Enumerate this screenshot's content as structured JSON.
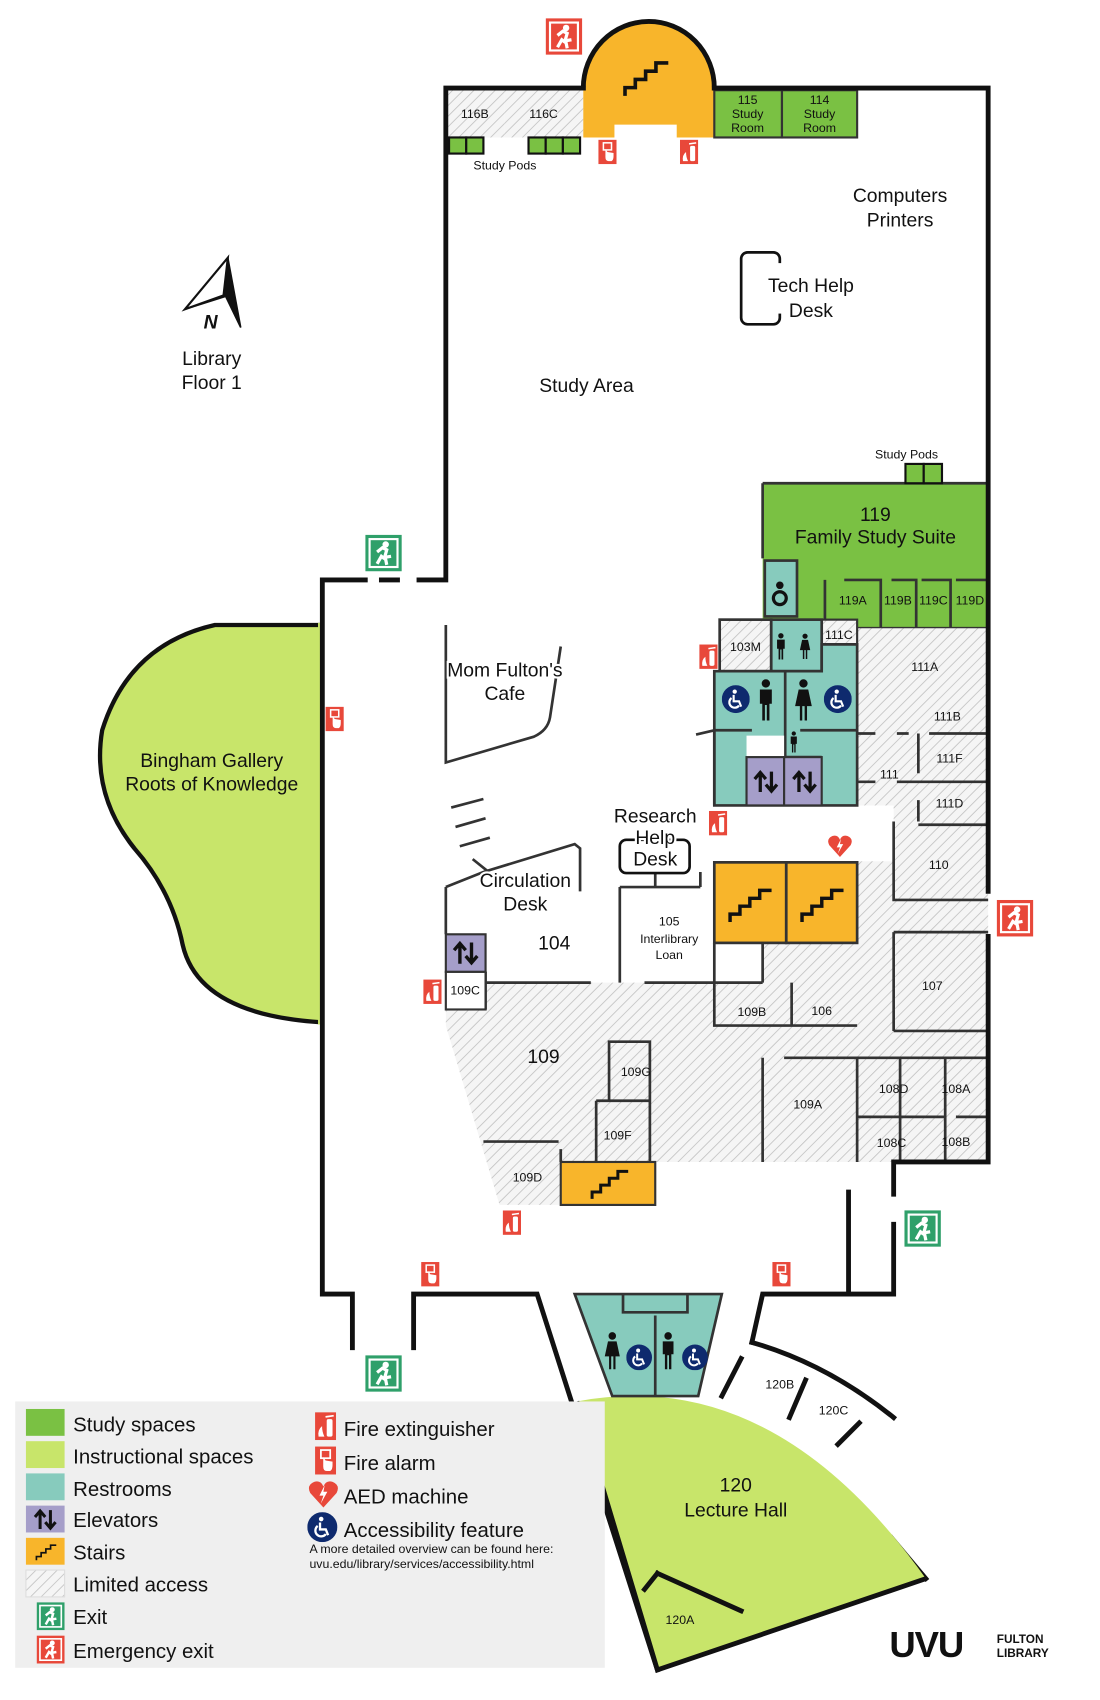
{
  "header": {
    "title_line1": "Library",
    "title_line2": "Floor 1",
    "north": "N"
  },
  "areas": {
    "study_area": "Study Area",
    "computers": "Computers",
    "printers": "Printers",
    "tech_help_1": "Tech Help",
    "tech_help_2": "Desk",
    "gallery_1": "Bingham Gallery",
    "gallery_2": "Roots of Knowledge",
    "cafe_1": "Mom Fulton's",
    "cafe_2": "Cafe",
    "research_1": "Research",
    "research_2": "Help",
    "research_3": "Desk",
    "circ_1": "Circulation",
    "circ_2": "Desk",
    "lecture_1": "120",
    "lecture_2": "Lecture Hall",
    "suite_1": "119",
    "suite_2": "Family Study Suite",
    "study_pods": "Study Pods",
    "r105_1": "105",
    "r105_2": "Interlibrary",
    "r105_3": "Loan",
    "r115": "115",
    "r114": "114",
    "study": "Study",
    "room": "Room"
  },
  "rooms": {
    "r116b": "116B",
    "r116c": "116C",
    "r119a": "119A",
    "r119b": "119B",
    "r119c": "119C",
    "r119d": "119D",
    "r103m": "103M",
    "r111c": "111C",
    "r111a": "111A",
    "r111b": "111B",
    "r111f": "111F",
    "r111": "111",
    "r111d": "111D",
    "r110": "110",
    "r107": "107",
    "r104": "104",
    "r109c": "109C",
    "r109b": "109B",
    "r106": "106",
    "r109": "109",
    "r109g": "109G",
    "r109f": "109F",
    "r109a": "109A",
    "r108d": "108D",
    "r108a": "108A",
    "r108c": "108C",
    "r108b": "108B",
    "r109d": "109D",
    "r120b": "120B",
    "r120c": "120C",
    "r120a": "120A"
  },
  "legend": {
    "items": [
      {
        "label": "Study spaces",
        "color": "#7ac143"
      },
      {
        "label": "Instructional spaces",
        "color": "#c8e56a"
      },
      {
        "label": "Restrooms",
        "color": "#87cbbd"
      },
      {
        "label": "Elevators",
        "color": "#a59ec9"
      },
      {
        "label": "Stairs",
        "color": "#f8b52b"
      },
      {
        "label": "Limited access",
        "color": "#f4f4f4"
      },
      {
        "label": "Exit",
        "color": "#2fa06a"
      },
      {
        "label": "Emergency exit",
        "color": "#e8483a"
      }
    ],
    "symbols": [
      {
        "label": "Fire extinguisher"
      },
      {
        "label": "Fire alarm"
      },
      {
        "label": "AED machine"
      },
      {
        "label": "Accessibility feature"
      }
    ],
    "note_1": "A more detailed overview can be found here:",
    "note_2": "uvu.edu/library/services/accessibility.html"
  },
  "logo": {
    "mark": "UVU",
    "line1": "FULTON",
    "line2": "LIBRARY"
  }
}
